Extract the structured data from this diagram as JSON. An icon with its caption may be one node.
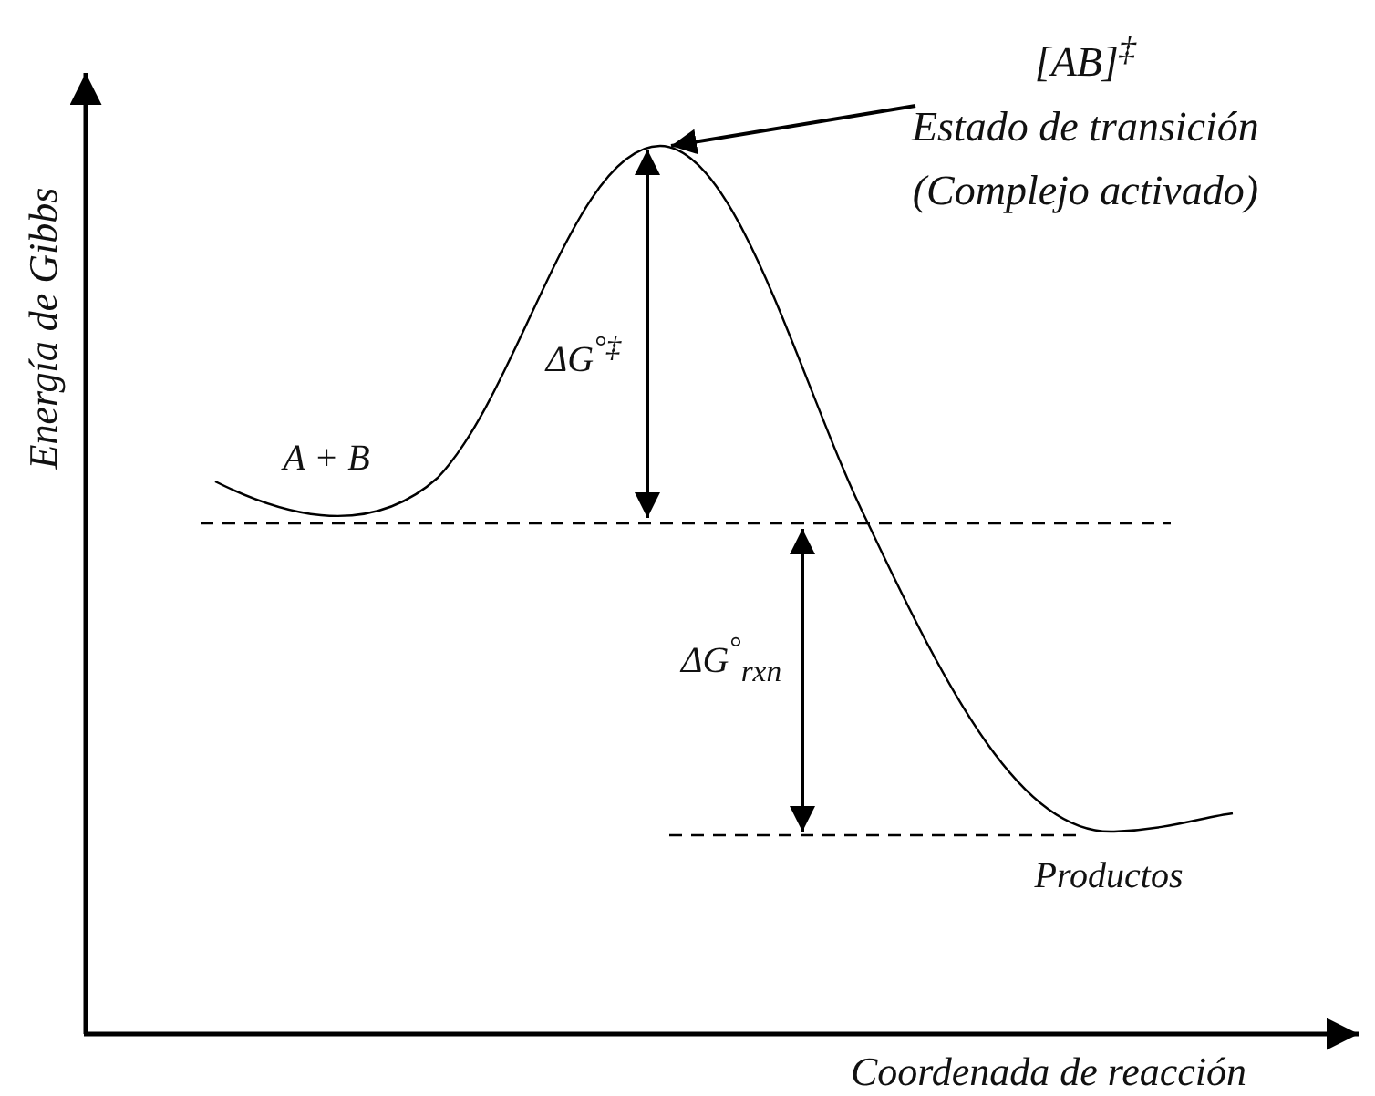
{
  "diagram": {
    "nodes": [
      {
        "text": [
          "[AB]$^{‡}$",
          "Estado de transición",
          "(Complejo activado)"
        ]
      },
      {
        "text": [],
        "shape": "curve"
      }
    ],
    "edges": [
      {
        "from": 0,
        "to": 1,
        "arrow": "to"
      }
    ],
    "labels": [
      "A + B",
      "ΔG$^{°‡}$",
      "ΔG$^{°}$$_{rxn}$",
      "Productos",
      "Energía de Gibbs",
      "Coordenada de reacción"
    ]
  }
}
